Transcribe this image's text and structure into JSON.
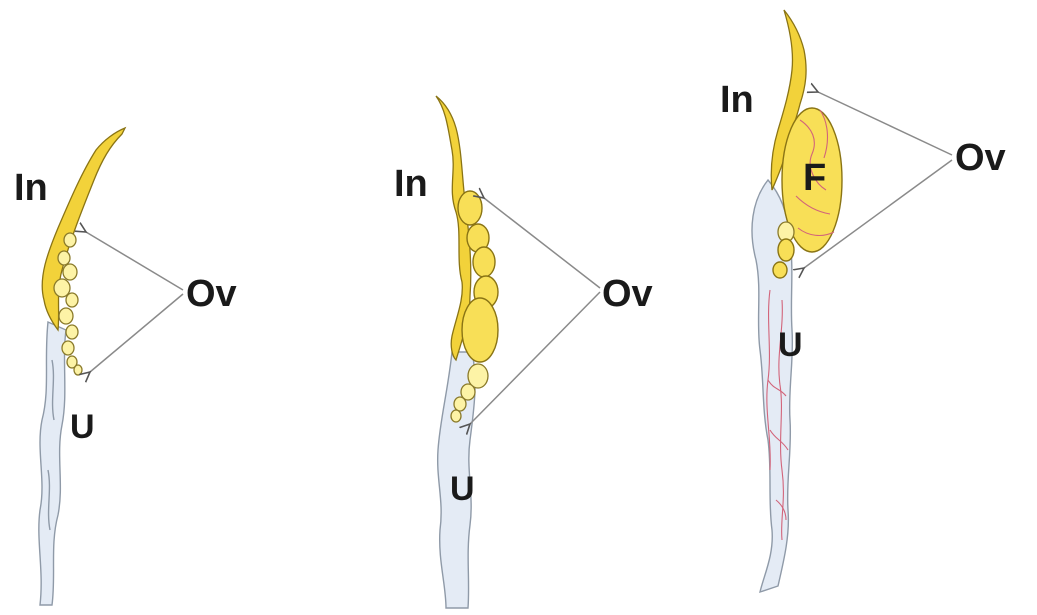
{
  "panels": [
    {
      "infundibulum_label": "In",
      "ovary_label": "Ov",
      "uterus_label": "U"
    },
    {
      "infundibulum_label": "In",
      "ovary_label": "Ov",
      "uterus_label": "U"
    },
    {
      "infundibulum_label": "In",
      "ovary_label": "Ov",
      "uterus_label": "U",
      "follicle_label": "F"
    }
  ],
  "colors": {
    "infundibulum": "#f2d23a",
    "follicle": "#fdf3a6",
    "uterus": "#e4ebf5",
    "blood_vessel": "#d2647a",
    "arrow": "#8a8a8a"
  }
}
